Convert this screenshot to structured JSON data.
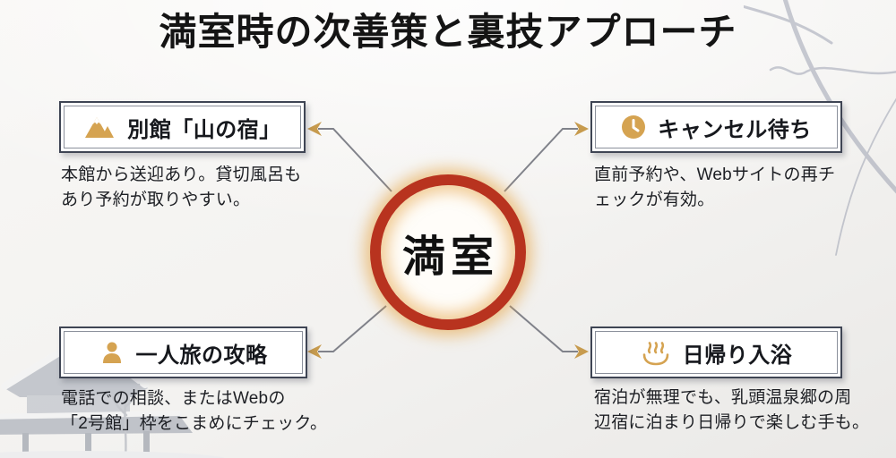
{
  "title": "満室時の次善策と裏技アプローチ",
  "center": {
    "label": "満室"
  },
  "colors": {
    "accent_gold": "#d5a351",
    "ring_red": "#b8331f",
    "card_border": "#3f4554",
    "connector_gray": "#80828a",
    "text_dark": "#16181d"
  },
  "cards": [
    {
      "icon": "mountain-icon",
      "label": "別館「山の宿」",
      "desc": "本館から送迎あり。貸切風呂も\nあり予約が取りやすい。"
    },
    {
      "icon": "clock-icon",
      "label": "キャンセル待ち",
      "desc": "直前予約や、Webサイトの再チ\nェックが有効。"
    },
    {
      "icon": "person-icon",
      "label": "一人旅の攻略",
      "desc": "電話での相談、またはWebの\n「2号館」枠をこまめにチェック。"
    },
    {
      "icon": "onsen-icon",
      "label": "日帰り入浴",
      "desc": "宿泊が無理でも、乳頭温泉郷の周\n辺宿に泊まり日帰りで楽しむ手も。"
    }
  ]
}
